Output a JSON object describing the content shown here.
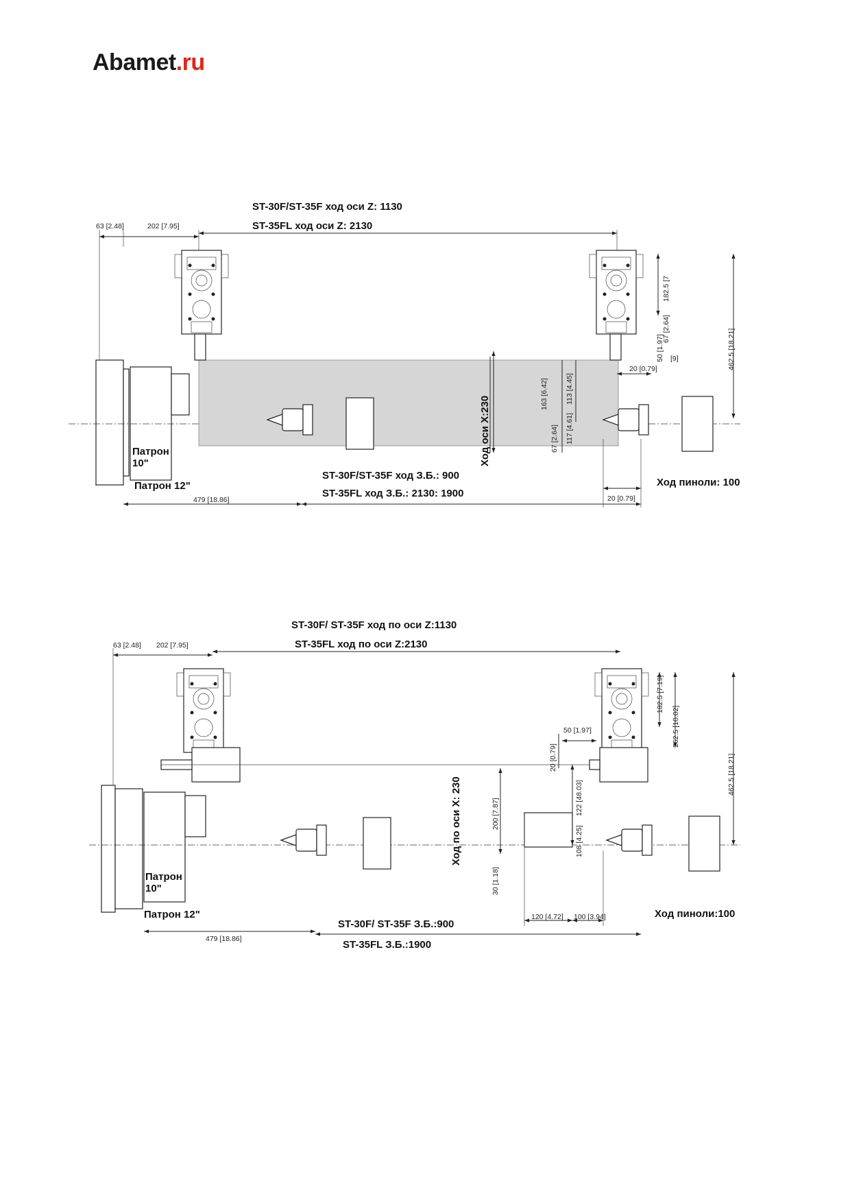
{
  "logo": {
    "main": "Abamet",
    "suffix": ".ru"
  },
  "diagram1": {
    "z_travel_f": "ST-30F/ST-35F ход оси Z: 1130",
    "z_travel_fl": "ST-35FL ход оси Z: 2130",
    "dim_63": "63 [2.48]",
    "dim_202": "202 [7.95]",
    "dim_1825": "182.5 [7",
    "dim_4625": "462.5 [18.21]",
    "dim_67a": "67 [2.64]",
    "dim_50": "50 [1.97]",
    "dim_9": "[9]",
    "dim_20a": "20 [0.79]",
    "dim_163": "163 [6.42]",
    "dim_113": "113 [4.45]",
    "dim_117": "117 [4.61]",
    "dim_67b": "67 [2.64]",
    "x_travel": "Ход оси X:230",
    "chuck10": "Патрон\n10\"",
    "chuck10_l1": "Патрон",
    "chuck10_l2": "10\"",
    "chuck12": "Патрон 12\"",
    "tail_f": "ST-30F/ST-35F ход З.Б.: 900",
    "tail_fl": "ST-35FL ход З.Б.: 2130: 1900",
    "dim_479": "479 [18.86]",
    "dim_20b": "20 [0.79]",
    "quill": "Ход пиноли: 100"
  },
  "diagram2": {
    "z_travel_f": "ST-30F/ ST-35F ход по оси Z:1130",
    "z_travel_fl": "ST-35FL  ход по оси Z:2130",
    "dim_63": "63 [2.48]",
    "dim_202": "202 [7.95]",
    "dim_1825": "182.5 [7.19]",
    "dim_2625": "262.5 [10.02]",
    "dim_4625": "462.5 [18.21]",
    "dim_50": "50 [1.97]",
    "dim_20": "20 [0.79]",
    "dim_122": "122 [48.03]",
    "dim_108": "108 [4.25]",
    "dim_200": "200 [7.87]",
    "dim_30": "30 [1.18]",
    "x_travel": "Ход по оси X: 230",
    "chuck10_l1": "Патрон",
    "chuck10_l2": "10\"",
    "chuck12": "Патрон 12\"",
    "dim_120": "120 [4.72]",
    "dim_100": "100 [3.94]",
    "quill": "Ход пиноли:100",
    "tail_f": "ST-30F/ ST-35F З.Б.:900",
    "tail_fl": "ST-35FL  З.Б.:1900",
    "dim_479": "479 [18.86]"
  }
}
